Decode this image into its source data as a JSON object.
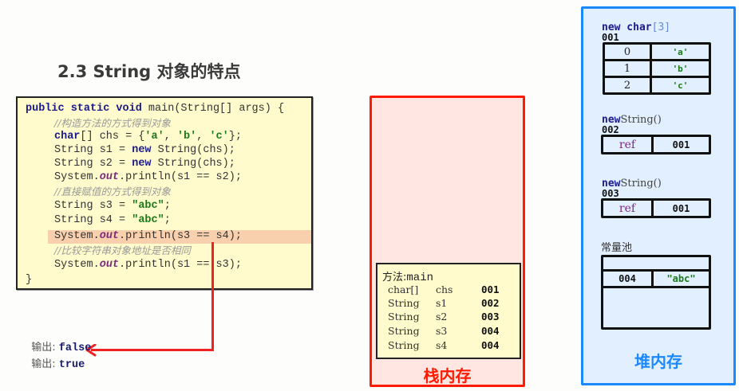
{
  "title": "2.3 String 对象的特点",
  "code": {
    "lines": [
      {
        "segments": [
          {
            "t": "public static void",
            "c": "kw"
          },
          {
            "t": " main(String[] args) {",
            "c": ""
          }
        ]
      },
      {
        "segments": [
          {
            "t": "//构造方法的方式得到对象",
            "c": "cmt"
          }
        ]
      },
      {
        "segments": [
          {
            "t": "char",
            "c": "kw"
          },
          {
            "t": "[] chs = {",
            "c": ""
          },
          {
            "t": "'a'",
            "c": "str"
          },
          {
            "t": ", ",
            "c": ""
          },
          {
            "t": "'b'",
            "c": "str"
          },
          {
            "t": ", ",
            "c": ""
          },
          {
            "t": "'c'",
            "c": "str"
          },
          {
            "t": "};",
            "c": ""
          }
        ]
      },
      {
        "segments": [
          {
            "t": "String s1 = ",
            "c": ""
          },
          {
            "t": "new",
            "c": "kw"
          },
          {
            "t": " String(chs);",
            "c": ""
          }
        ]
      },
      {
        "segments": [
          {
            "t": "String s2 = ",
            "c": ""
          },
          {
            "t": "new",
            "c": "kw"
          },
          {
            "t": " String(chs);",
            "c": ""
          }
        ]
      },
      {
        "segments": [
          {
            "t": "System.",
            "c": ""
          },
          {
            "t": "out",
            "c": "fld"
          },
          {
            "t": ".println(s1 == s2);",
            "c": ""
          }
        ]
      },
      {
        "segments": [
          {
            "t": "//直接赋值的方式得到对象",
            "c": "cmt"
          }
        ]
      },
      {
        "segments": [
          {
            "t": "String s3 = ",
            "c": ""
          },
          {
            "t": "\"abc\"",
            "c": "str"
          },
          {
            "t": ";",
            "c": ""
          }
        ]
      },
      {
        "segments": [
          {
            "t": "String s4 = ",
            "c": ""
          },
          {
            "t": "\"abc\"",
            "c": "str"
          },
          {
            "t": ";",
            "c": ""
          }
        ]
      },
      {
        "segments": [
          {
            "t": "System.",
            "c": ""
          },
          {
            "t": "out",
            "c": "fld"
          },
          {
            "t": ".println(s3 == s4);",
            "c": ""
          }
        ]
      },
      {
        "segments": [
          {
            "t": "//比较字符串对象地址是否相同",
            "c": "cmt"
          }
        ]
      },
      {
        "segments": [
          {
            "t": "System.",
            "c": ""
          },
          {
            "t": "out",
            "c": "fld"
          },
          {
            "t": ".println(s1 == s3);",
            "c": ""
          }
        ]
      },
      {
        "segments": [
          {
            "t": "}",
            "c": ""
          }
        ]
      }
    ],
    "highlighted_line": 9
  },
  "output": [
    {
      "label": "输出:",
      "value": "false"
    },
    {
      "label": "输出:",
      "value": "true"
    }
  ],
  "stack": {
    "label": "栈内存",
    "frame_title_prefix": "方法:",
    "frame_title_method": "main",
    "rows": [
      {
        "type": "char[]",
        "name": "chs",
        "addr": "001"
      },
      {
        "type": "String",
        "name": "s1",
        "addr": "002"
      },
      {
        "type": "String",
        "name": "s2",
        "addr": "003"
      },
      {
        "type": "String",
        "name": "s3",
        "addr": "004"
      },
      {
        "type": "String",
        "name": "s4",
        "addr": "004"
      }
    ],
    "border_color": "#ff1a00",
    "bg_color": "#ffe6e2"
  },
  "heap": {
    "label": "堆内存",
    "border_color": "#1a88ff",
    "bg_color": "#e2efff",
    "char_array": {
      "kw": "new char",
      "bracket": "[3]",
      "addr": "001",
      "cells": [
        {
          "index": "0",
          "value": "'a'"
        },
        {
          "index": "1",
          "value": "'b'"
        },
        {
          "index": "2",
          "value": "'c'"
        }
      ]
    },
    "strings": [
      {
        "kw": "new",
        "ctor": "String()",
        "addr": "002",
        "ref_label": "ref",
        "ref_value": "001"
      },
      {
        "kw": "new",
        "ctor": "String()",
        "addr": "003",
        "ref_label": "ref",
        "ref_value": "001"
      }
    ],
    "pool": {
      "label": "常量池",
      "entry_addr": "004",
      "entry_value": "\"abc\""
    }
  }
}
